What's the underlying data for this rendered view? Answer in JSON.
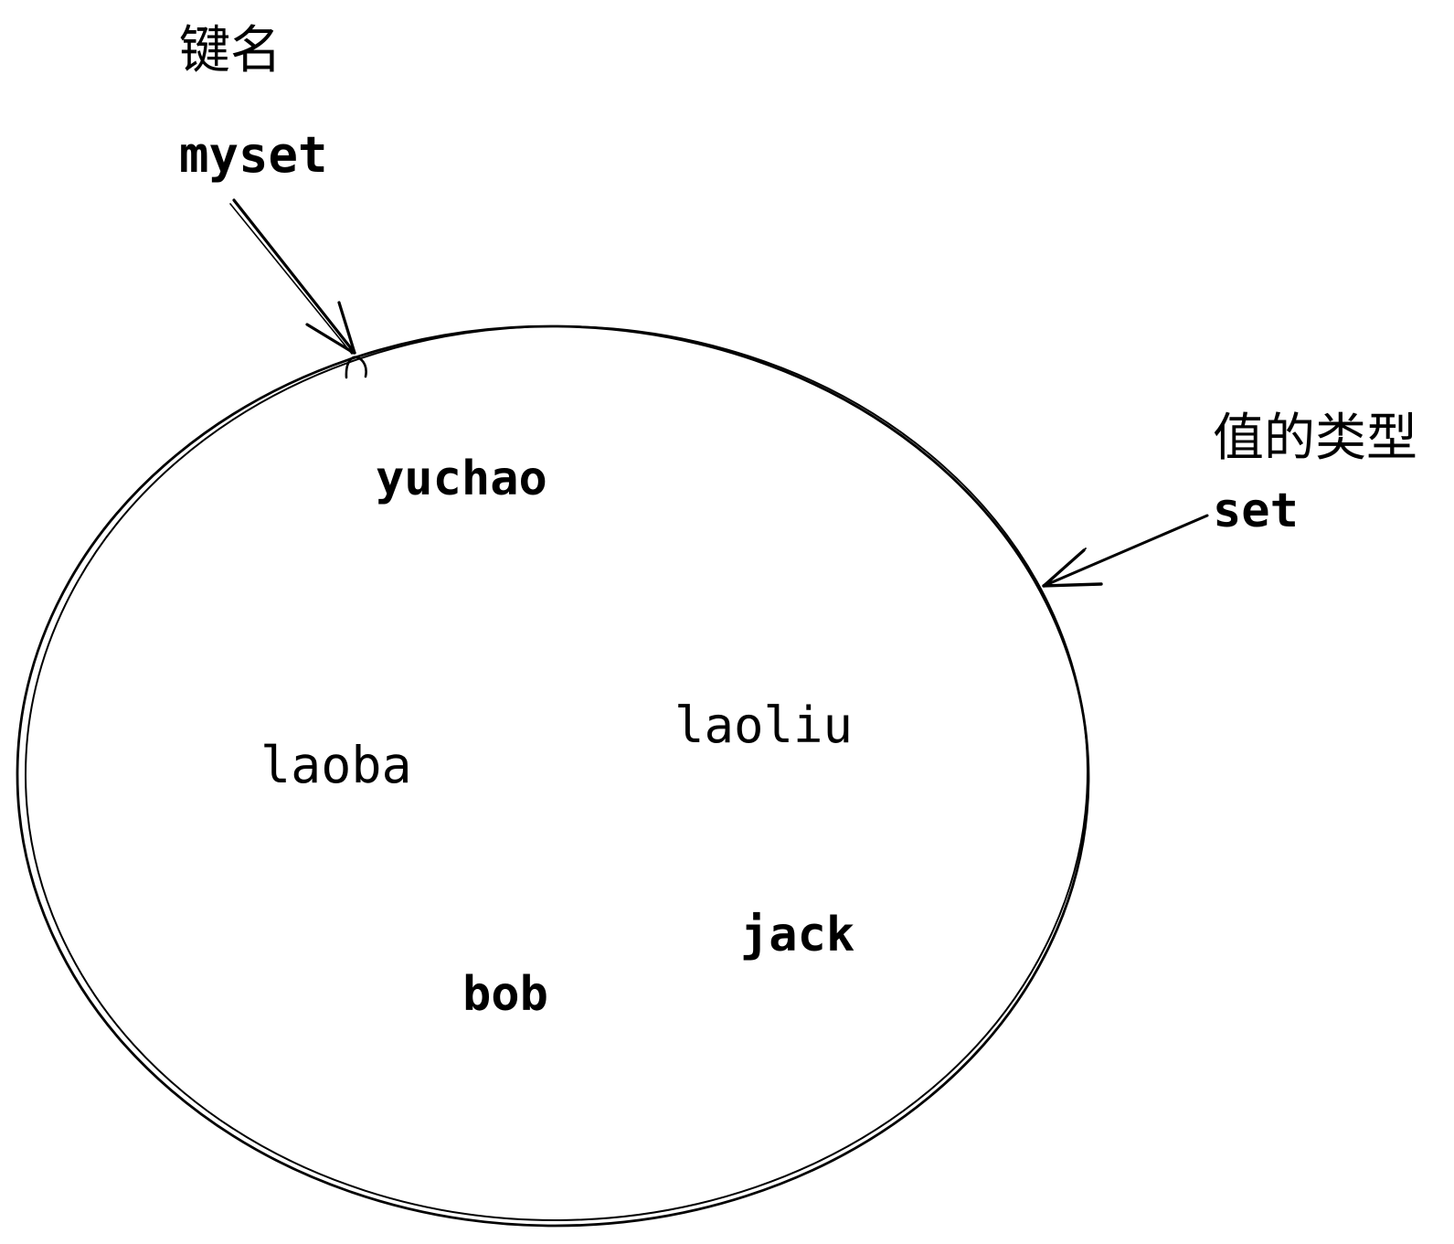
{
  "page": {
    "background_color": "#ffffff",
    "ink_color": "#000000"
  },
  "diagram": {
    "key": {
      "title": "键名",
      "name": "myset"
    },
    "value_type": {
      "title": "值的类型",
      "name": "set"
    },
    "set_members": [
      "yuchao",
      "laoba",
      "laoliu",
      "jack",
      "bob"
    ]
  }
}
